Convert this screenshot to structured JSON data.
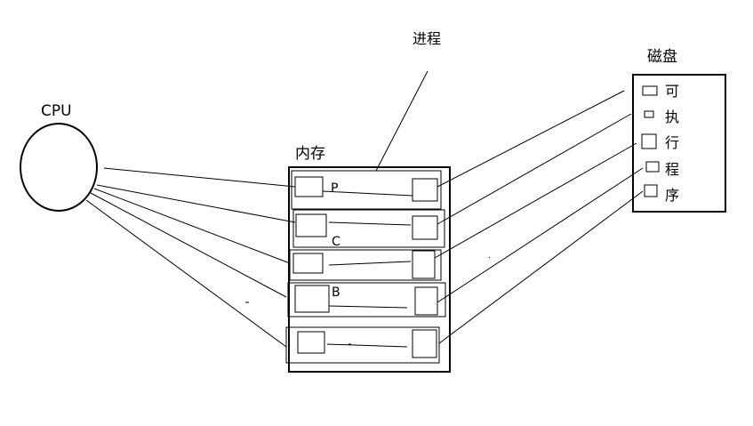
{
  "labels": {
    "cpu": "CPU",
    "memory": "内存",
    "process": "进程",
    "disk": "磁盘"
  },
  "process_letters": [
    "P",
    "C",
    "B"
  ],
  "disk_chars": [
    "可",
    "执",
    "行",
    "程",
    "序"
  ]
}
